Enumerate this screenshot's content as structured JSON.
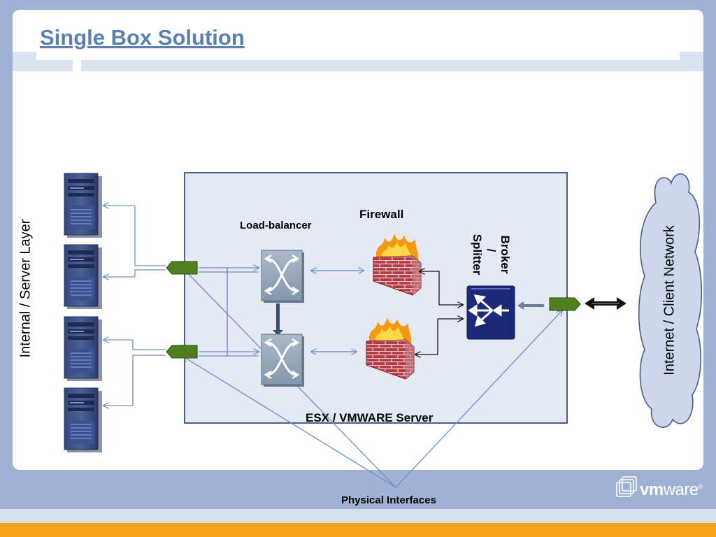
{
  "slide": {
    "title": "Single Box Solution"
  },
  "labels": {
    "internal_layer": "Internal / Server Layer",
    "internet_network": "Internet / Client Network",
    "load_balancer": "Load-balancer",
    "firewall": "Firewall",
    "splitter_line1": "Splitter",
    "splitter_line2": "/",
    "splitter_line3": "Broker",
    "esx_server": "ESX / VMWARE Server",
    "physical_interfaces": "Physical Interfaces"
  },
  "logo": {
    "text_vm": "vm",
    "text_ware": "ware",
    "registered": "®"
  },
  "colors": {
    "background": "#9fb2d3",
    "panel": "#ffffff",
    "title": "#5a7fb6",
    "esx_box_fill": "#e5e9f4",
    "esx_box_border": "#4a5f8a",
    "connector_line": "#6f8fc7",
    "nic_green": "#4f7f1e",
    "splitter_blue": "#1b2a78",
    "footer_orange": "#f5a21a"
  },
  "icons": {
    "servers": "server-tower-icon",
    "switch": "switch-icon",
    "firewall": "firewall-icon",
    "splitter": "splitter-router-icon",
    "nic": "network-interface-icon",
    "cloud": "cloud-icon",
    "logo": "vmware-logo"
  }
}
